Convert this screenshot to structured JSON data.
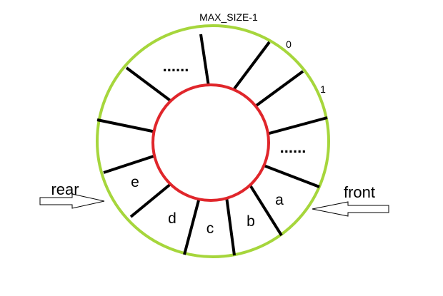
{
  "diagram": {
    "top_label": "MAX_SIZE-1",
    "index_0": "0",
    "index_1": "1",
    "ellipsis_top": "......",
    "ellipsis_right": "......",
    "slots": {
      "a": "a",
      "b": "b",
      "c": "c",
      "d": "d",
      "e": "e"
    },
    "rear_label": "rear",
    "front_label": "front"
  },
  "colors": {
    "outer_ring": "#a6d63c",
    "inner_ring": "#e0262b",
    "dividers": "#000000",
    "text": "#000000",
    "arrow_outline": "#000000",
    "arrow_fill": "#ffffff"
  }
}
